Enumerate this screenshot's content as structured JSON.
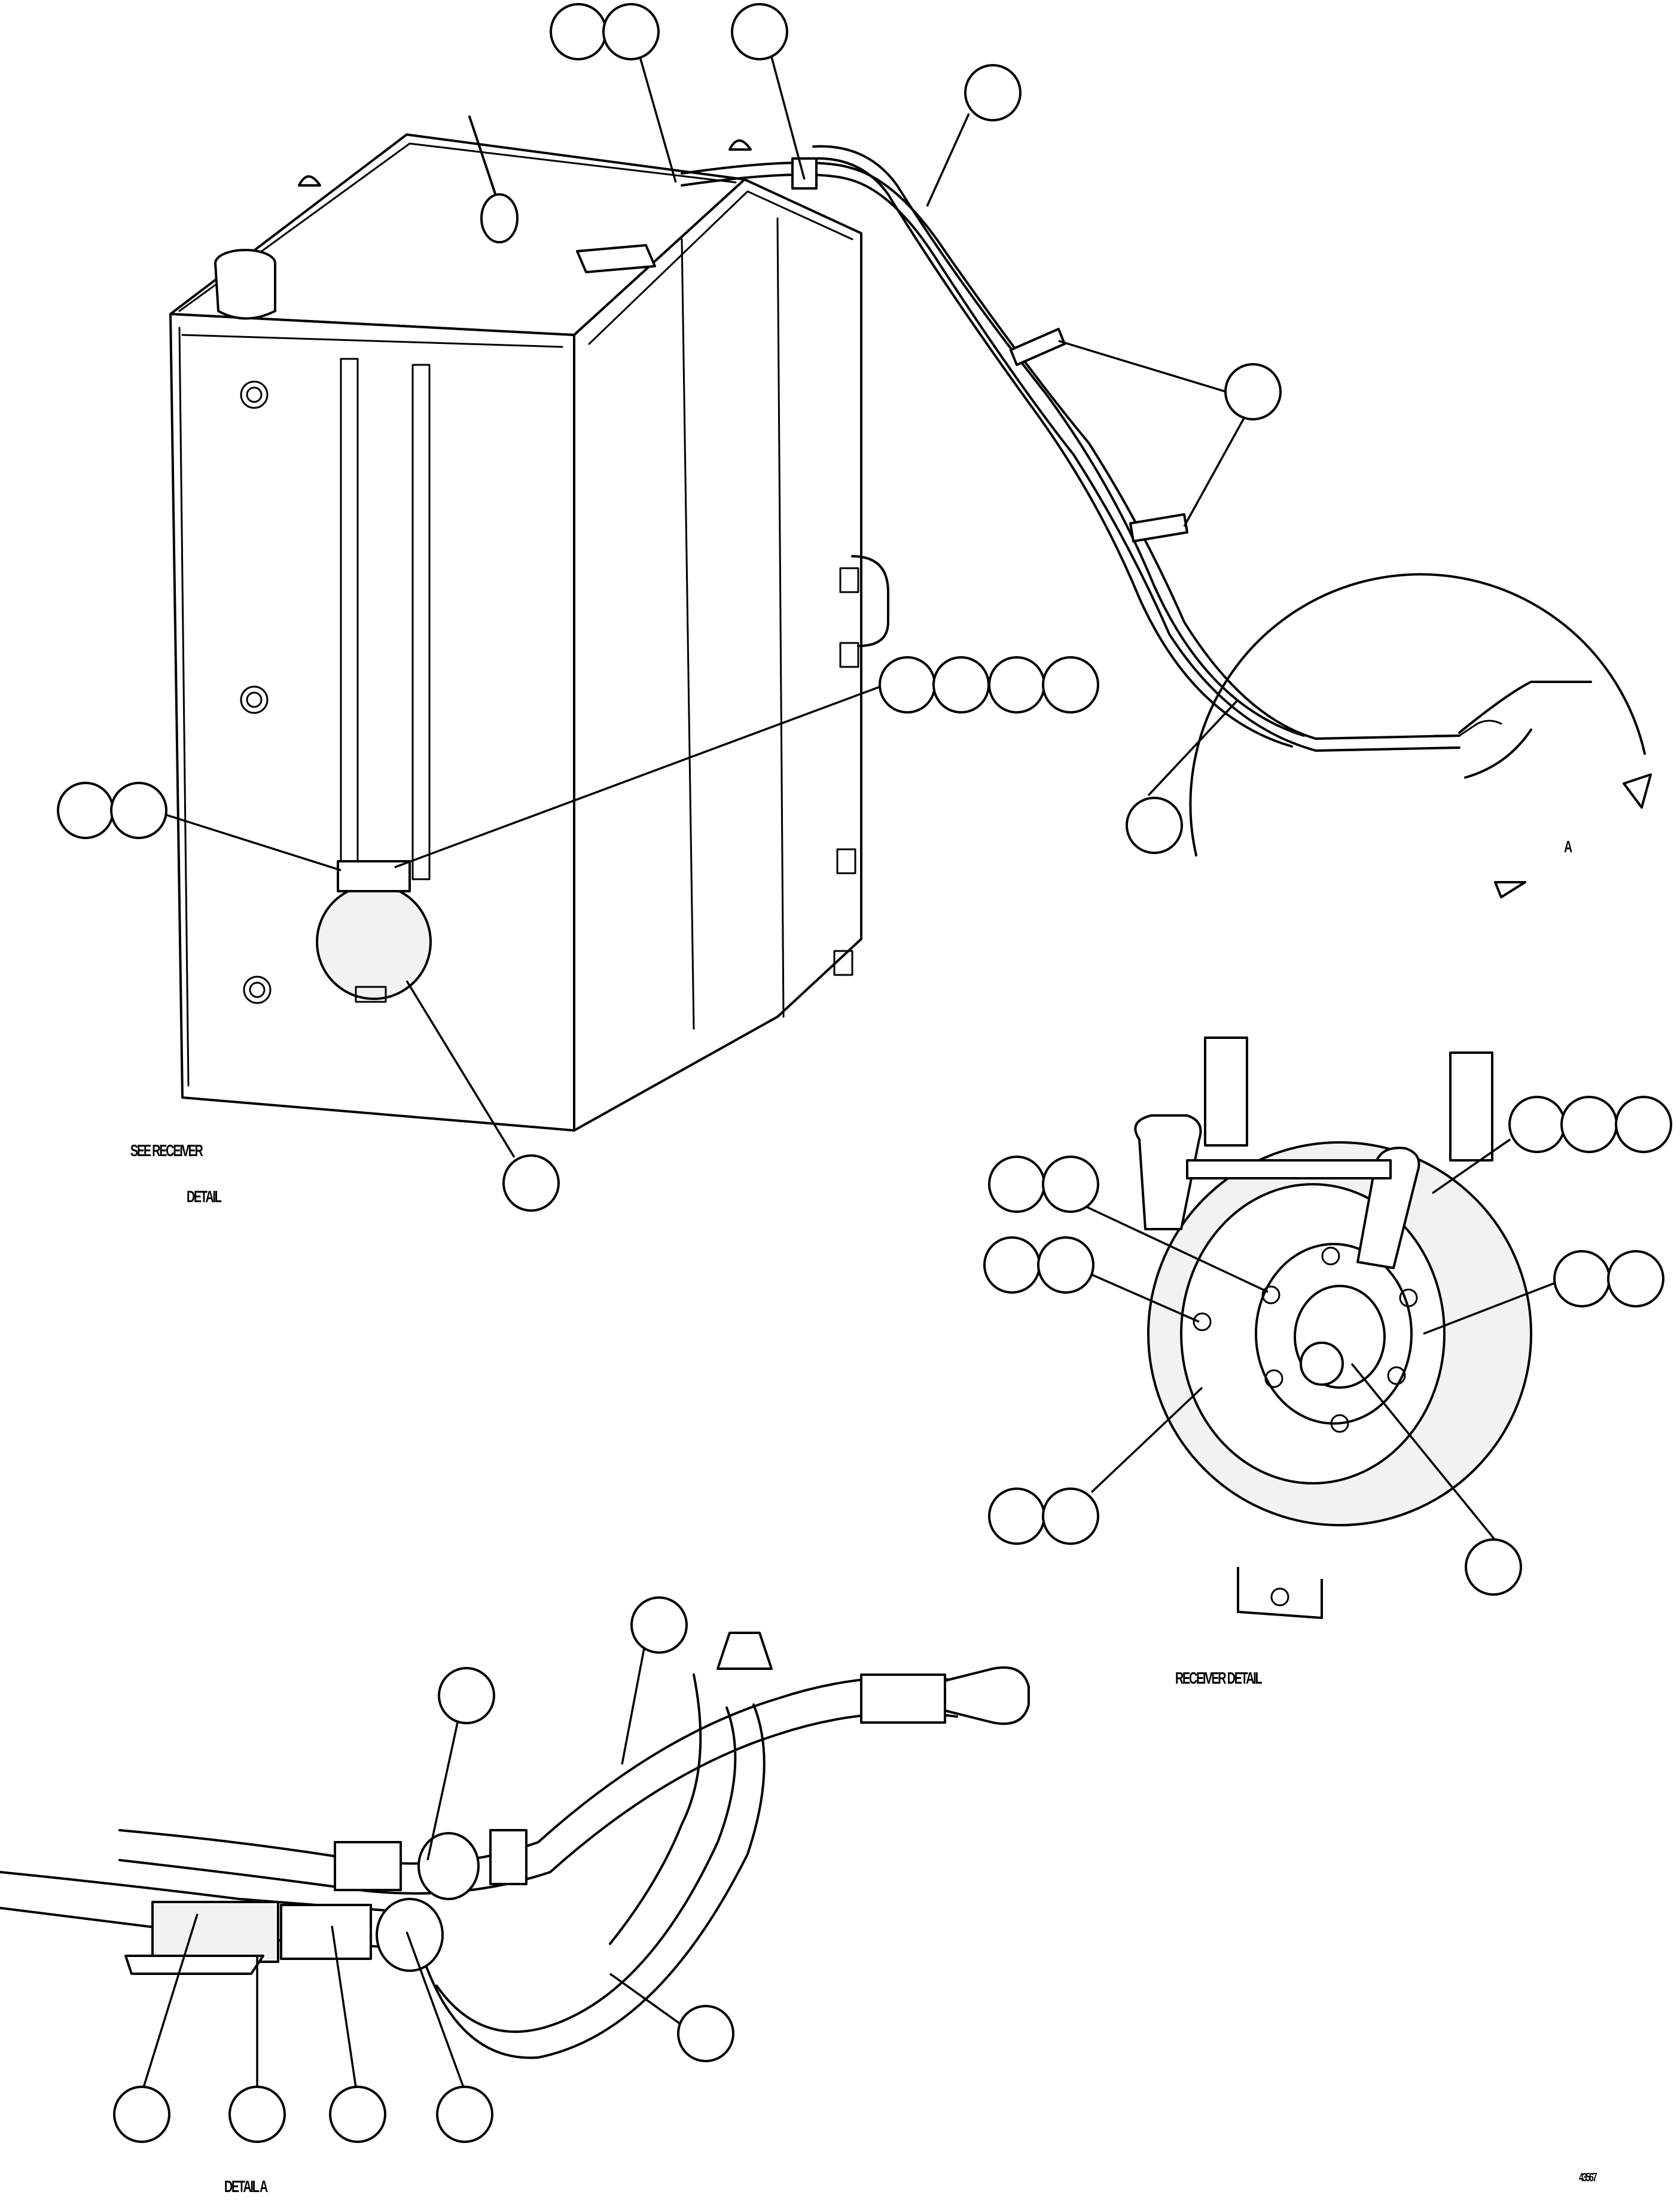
{
  "labels": {
    "see_receiver_line1": "SEE RECEIVER",
    "see_receiver_line2": "DETAIL",
    "view_a": "A",
    "receiver_detail": "RECEIVER DETAIL",
    "detail_a": "DETAIL A",
    "drawing_number": "43567"
  },
  "callout_style": {
    "bubble_fill": "#ffffff",
    "line_color": "#000000"
  }
}
